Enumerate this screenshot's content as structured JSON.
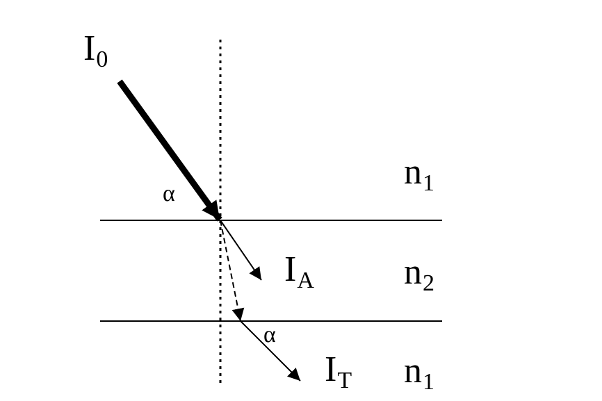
{
  "labels": {
    "incident": {
      "symbol": "I",
      "subscript": "0"
    },
    "absorbed": {
      "symbol": "I",
      "subscript": "A"
    },
    "transmitted": {
      "symbol": "I",
      "subscript": "T"
    },
    "medium_top": {
      "symbol": "n",
      "subscript": "1"
    },
    "medium_middle": {
      "symbol": "n",
      "subscript": "2"
    },
    "medium_bottom": {
      "symbol": "n",
      "subscript": "1"
    },
    "angle_top": "α",
    "angle_bottom": "α"
  },
  "colors": {
    "ink": "#000000",
    "background": "#ffffff"
  }
}
